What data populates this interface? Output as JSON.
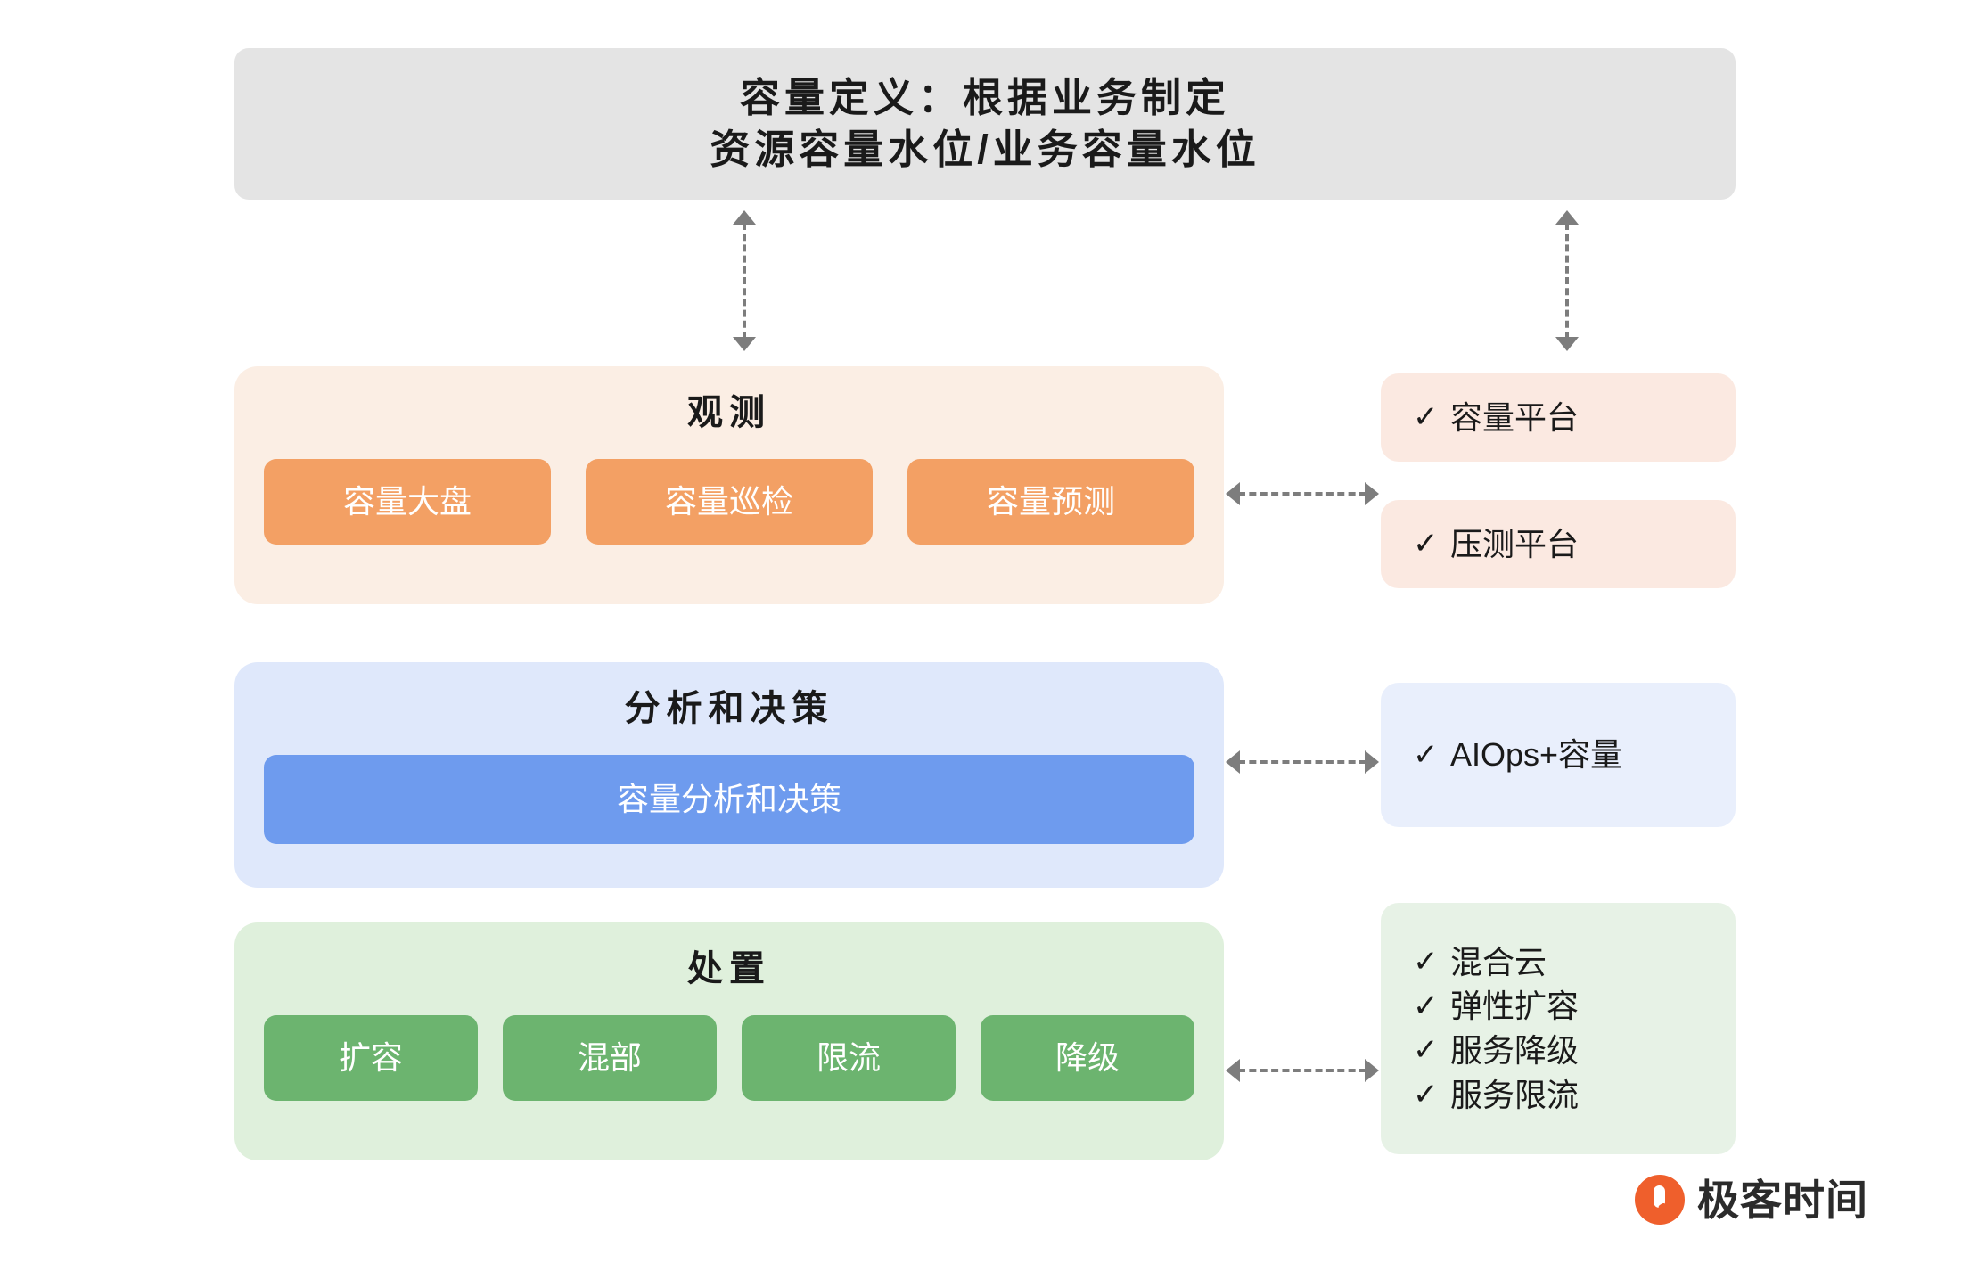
{
  "header": {
    "line1": "容量定义：根据业务制定",
    "line2": "资源容量水位/业务容量水位"
  },
  "layers": [
    {
      "id": "observe",
      "title": "观测",
      "chips": [
        "容量大盘",
        "容量巡检",
        "容量预测"
      ],
      "panel_color": "#fbeee4",
      "chip_color": "#f3a064"
    },
    {
      "id": "analyse",
      "title": "分析和决策",
      "chips": [
        "容量分析和决策"
      ],
      "panel_color": "#dfe8fb",
      "chip_color": "#6e9bee"
    },
    {
      "id": "dispose",
      "title": "处置",
      "chips": [
        "扩容",
        "混部",
        "限流",
        "降级"
      ],
      "panel_color": "#dff0dc",
      "chip_color": "#6cb46f"
    }
  ],
  "side_cards": [
    {
      "id": "capacity-platform",
      "items": [
        "容量平台"
      ],
      "check": "✓",
      "bg": "#fbe9e1"
    },
    {
      "id": "stress-platform",
      "items": [
        "压测平台"
      ],
      "check": "✓",
      "bg": "#fbe9e1"
    },
    {
      "id": "aiops",
      "items": [
        "AIOps+容量"
      ],
      "check": "✓",
      "bg": "#e9effc"
    },
    {
      "id": "dispose-list",
      "items": [
        "混合云",
        "弹性扩容",
        "服务降级",
        "服务限流"
      ],
      "check": "✓",
      "bg": "#e7f2e6"
    }
  ],
  "logo": {
    "text": "极客时间",
    "color": "#ef5f2c"
  },
  "connectors": {
    "style": "dashed-double-arrow",
    "color": "#7d7d7d"
  }
}
